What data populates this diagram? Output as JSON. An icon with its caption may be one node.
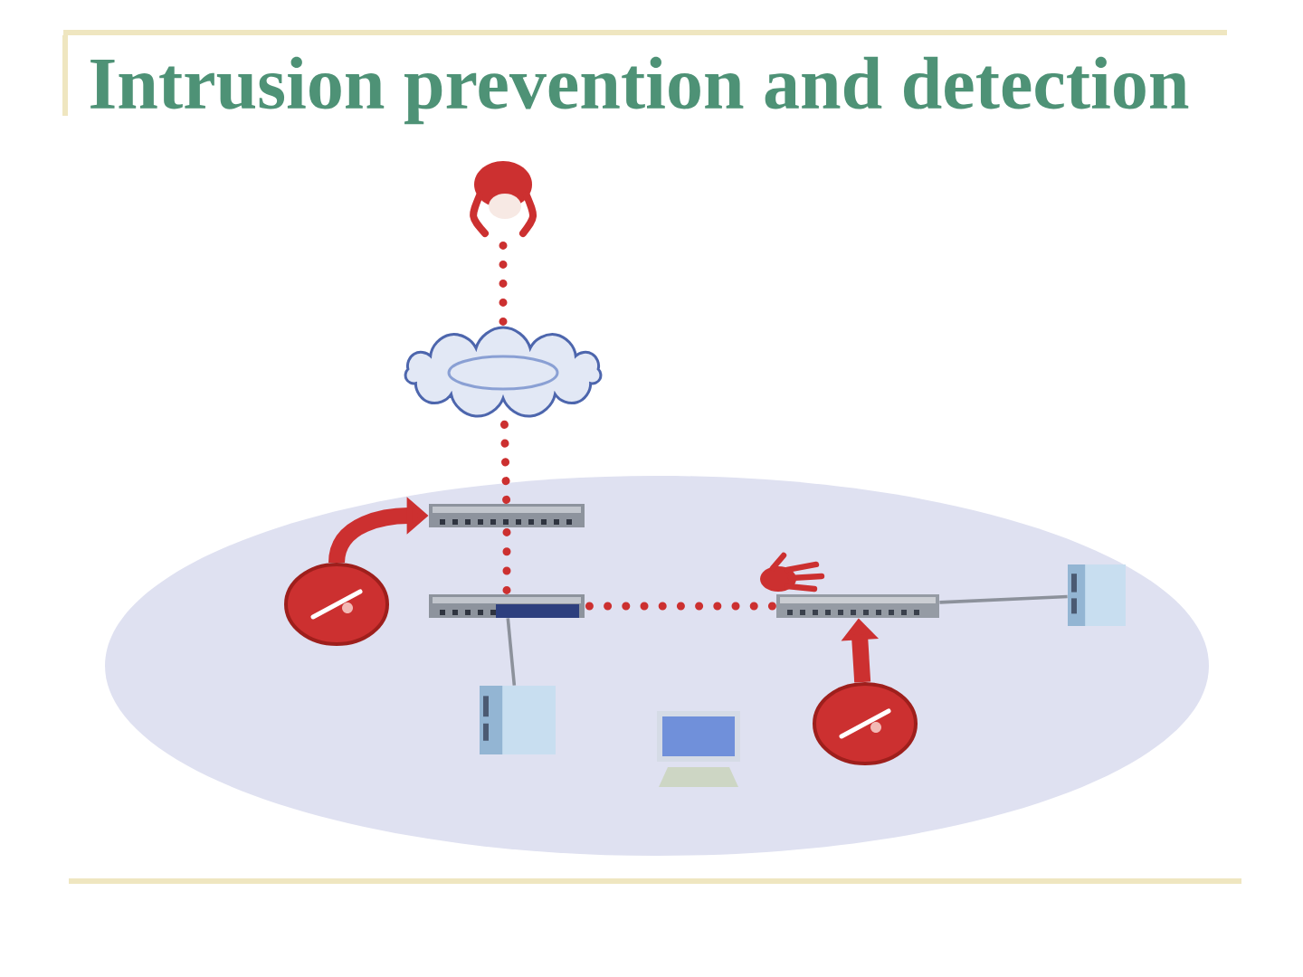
{
  "diagram": {
    "title": "Intrusion prevention and detection",
    "nodes": [
      {
        "text": [],
        "shape": "person"
      },
      {
        "text": [],
        "shape": "cloud"
      },
      {
        "text": [],
        "shape": "picture"
      },
      {
        "text": [],
        "shape": "picture"
      },
      {
        "text": [],
        "shape": "picture"
      },
      {
        "text": [],
        "shape": "picture"
      },
      {
        "text": [],
        "shape": "picture"
      },
      {
        "text": [],
        "shape": "picture"
      },
      {
        "text": [],
        "shape": "circle"
      },
      {
        "text": [],
        "shape": "circle"
      }
    ],
    "edges": [
      {
        "from": 0,
        "to": 1,
        "arrow": "none",
        "style": "dashed"
      },
      {
        "from": 1,
        "to": 2,
        "arrow": "none",
        "style": "dashed"
      },
      {
        "from": 2,
        "to": 3,
        "arrow": "none",
        "style": "dashed"
      },
      {
        "from": 3,
        "to": 4,
        "arrow": "none",
        "style": "dashed"
      },
      {
        "from": 4,
        "to": 5,
        "arrow": "none",
        "color": "#8c919b"
      },
      {
        "from": 3,
        "to": 6,
        "arrow": "none",
        "color": "#8c919b"
      },
      {
        "from": 8,
        "to": 2,
        "arrow": "to",
        "style": "thick"
      },
      {
        "from": 9,
        "to": 4,
        "arrow": "to",
        "style": "thick"
      }
    ]
  }
}
